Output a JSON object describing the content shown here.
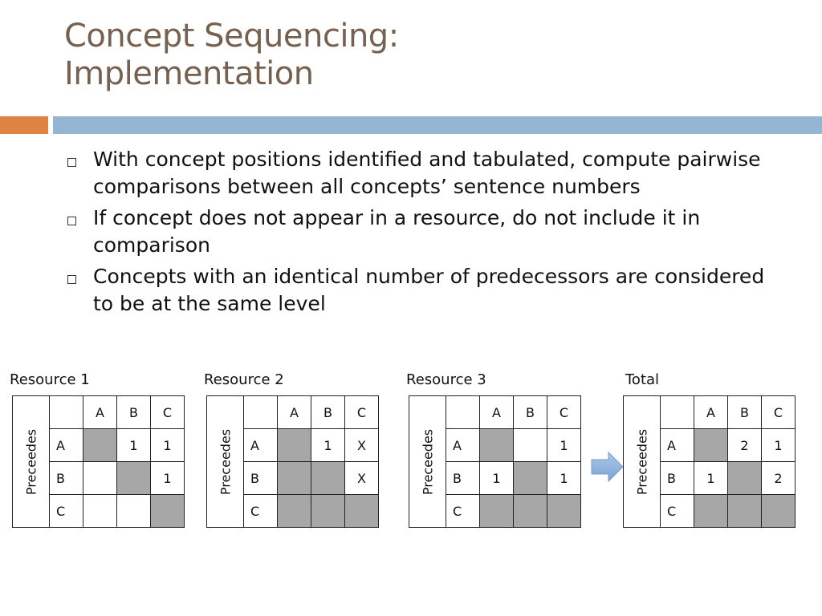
{
  "slide": {
    "title_line1": "Concept Sequencing:",
    "title_line2": "Implementation",
    "bullets": [
      "With concept positions identified and tabulated, compute pairwise comparisons between all concepts’ sentence numbers",
      "If concept does not appear in a resource, do not include it in comparison",
      "Concepts with an identical number of predecessors are considered to be at the same level"
    ]
  },
  "colors": {
    "title": "#76604f",
    "accent_orange": "#df8345",
    "accent_blue": "#94b6d3",
    "gray_cell": "#a7a7a7",
    "arrow": "#8eb4e3"
  },
  "tables": [
    {
      "label": "Resource 1",
      "side_label": "Preceedes",
      "columns": [
        "A",
        "B",
        "C"
      ],
      "rows": [
        {
          "label": "A",
          "cells": [
            "",
            "1",
            "1"
          ]
        },
        {
          "label": "B",
          "cells": [
            "",
            "",
            "1"
          ]
        },
        {
          "label": "C",
          "cells": [
            "",
            "",
            ""
          ]
        }
      ]
    },
    {
      "label": "Resource 2",
      "side_label": "Preceedes",
      "columns": [
        "A",
        "B",
        "C"
      ],
      "rows": [
        {
          "label": "A",
          "cells": [
            "",
            "1",
            "X"
          ]
        },
        {
          "label": "B",
          "cells": [
            "",
            "",
            "X"
          ]
        },
        {
          "label": "C",
          "cells": [
            "",
            "",
            ""
          ]
        }
      ]
    },
    {
      "label": "Resource 3",
      "side_label": "Preceedes",
      "columns": [
        "A",
        "B",
        "C"
      ],
      "rows": [
        {
          "label": "A",
          "cells": [
            "",
            "",
            "1"
          ]
        },
        {
          "label": "B",
          "cells": [
            "1",
            "",
            "1"
          ]
        },
        {
          "label": "C",
          "cells": [
            "",
            "",
            ""
          ]
        }
      ]
    },
    {
      "label": "Total",
      "side_label": "Preceedes",
      "columns": [
        "A",
        "B",
        "C"
      ],
      "rows": [
        {
          "label": "A",
          "cells": [
            "",
            "2",
            "1"
          ]
        },
        {
          "label": "B",
          "cells": [
            "1",
            "",
            "2"
          ]
        },
        {
          "label": "C",
          "cells": [
            "",
            "",
            ""
          ]
        }
      ]
    }
  ]
}
